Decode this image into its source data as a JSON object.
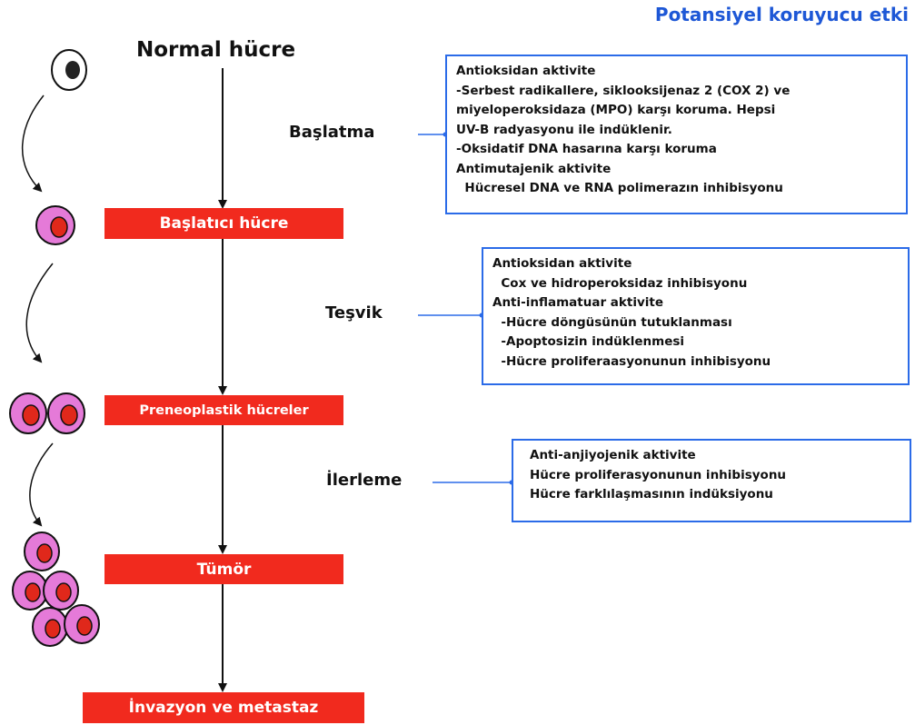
{
  "title": "Potansiyel koruyucu etki",
  "stages": {
    "normal": "Normal hücre",
    "initiated": "Başlatıcı hücre",
    "preneoplastic": "Preneoplastik hücreler",
    "tumor": "Tümör",
    "invasion": "İnvazyon ve metastaz"
  },
  "phases": {
    "initiation": "Başlatma",
    "promotion": "Teşvik",
    "progression": "İlerleme"
  },
  "boxes": {
    "initiation": [
      "Antioksidan aktivite",
      "-Serbest radikallere, siklooksijenaz 2 (COX 2) ve",
      "miyeloperoksidaza (MPO) karşı koruma. Hepsi",
      "UV-B radyasyonu ile indüklenir.",
      "-Oksidatif DNA hasarına karşı koruma",
      "Antimutajenik aktivite",
      "  Hücresel DNA ve RNA polimerazın inhibisyonu"
    ],
    "promotion": [
      "Antioksidan aktivite",
      "  Cox ve hidroperoksidaz inhibisyonu",
      "Anti-inflamatuar aktivite",
      "  -Hücre döngüsünün tutuklanması",
      "  -Apoptosizin indüklenmesi",
      "  -Hücre proliferaasyonunun inhibisyonu"
    ],
    "progression": [
      "Anti-anjiyojenik aktivite",
      "Hücre proliferasyonunun inhibisyonu",
      "Hücre farklılaşmasının indüksiyonu"
    ]
  },
  "colors": {
    "red": "#f12a1e",
    "blue": "#2b6be8",
    "title_blue": "#1d57d6",
    "cell_pink": "#e57ad8",
    "nucleus_red": "#e0281b"
  }
}
